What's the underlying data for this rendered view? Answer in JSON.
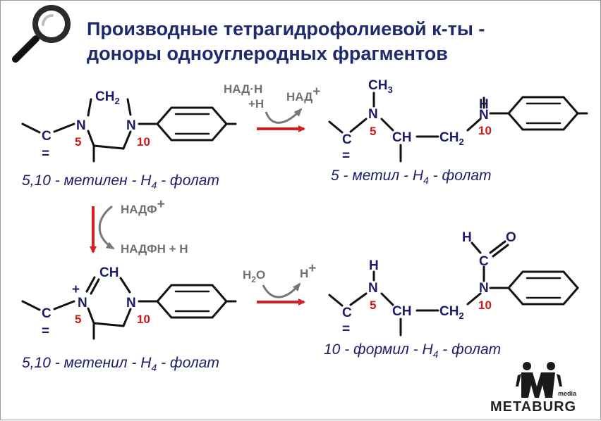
{
  "title": {
    "line1": "Производные тетрагидрофолиевой к-ты -",
    "line2": "доноры одноуглеродных фрагментов"
  },
  "molecules": {
    "methylene": {
      "caption": "5,10 - метилен - H4 - фолат",
      "cap_a": "5,10 - метилен - H",
      "cap_sub": "4",
      "cap_b": " - фолат",
      "n5": "N",
      "n10": "N",
      "c": "C",
      "ch2": "CH",
      "ch2_sub": "2",
      "label5": "5",
      "label10": "10",
      "eq": "="
    },
    "methyl": {
      "caption": "5 - метил - H4 - фолат",
      "cap_a": "5 - метил - H",
      "cap_sub": "4",
      "cap_b": " - фолат",
      "ch3": "CH",
      "ch3_sub": "3",
      "n5": "N",
      "n10": "N",
      "h": "H",
      "c": "C",
      "ch": "CH",
      "ch2": "CH",
      "ch2_sub": "2",
      "label5": "5",
      "label10": "10",
      "eq": "="
    },
    "methenyl": {
      "caption": "5,10 - метенил - H4 - фолат",
      "cap_a": "5,10 - метенил - H",
      "cap_sub": "4",
      "cap_b": " - фолат",
      "n5": "N",
      "n10": "N",
      "c": "C",
      "ch": "CH",
      "plus": "+",
      "label5": "5",
      "label10": "10",
      "eq": "="
    },
    "formyl": {
      "caption": "10 - формил - H4 - фолат",
      "cap_a": "10 - формил - H",
      "cap_sub": "4",
      "cap_b": " - фолат",
      "h_top": "H",
      "o": "O",
      "c_formyl": "C",
      "n5": "N",
      "n10": "N",
      "h5": "H",
      "c": "C",
      "ch": "CH",
      "ch2": "CH",
      "ch2_sub": "2",
      "label5": "5",
      "label10": "10",
      "eq": "="
    }
  },
  "reagents": {
    "nadh": "НАД·Н",
    "plus_h": "+H",
    "nad_plus": "НАД",
    "plus": "+",
    "nadp_plus": "НАДФ",
    "nadph_h": "НАДФН + Н",
    "h2o_h": "H",
    "h2o_sub": "2",
    "h2o_o": "O",
    "h_plus": "H"
  },
  "brand": {
    "name": "METABURG",
    "sub": "media"
  },
  "colors": {
    "title": "#1f2a6e",
    "atom": "#1c1c6a",
    "number": "#d01818",
    "reaction_arrow": "#d42020",
    "reagent_arrow": "#777777",
    "bond": "#111111"
  }
}
